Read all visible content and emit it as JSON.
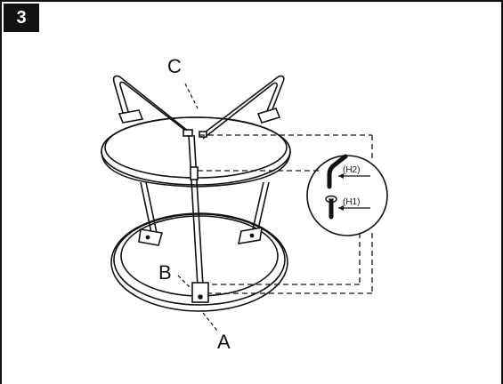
{
  "step": {
    "number": "3"
  },
  "labels": {
    "c": "C",
    "b": "B",
    "a": "A"
  },
  "hardware": {
    "h2": "(H2)",
    "h1": "(H1)"
  },
  "colors": {
    "line": "#111111",
    "background": "#ffffff",
    "badge": "#111111"
  }
}
